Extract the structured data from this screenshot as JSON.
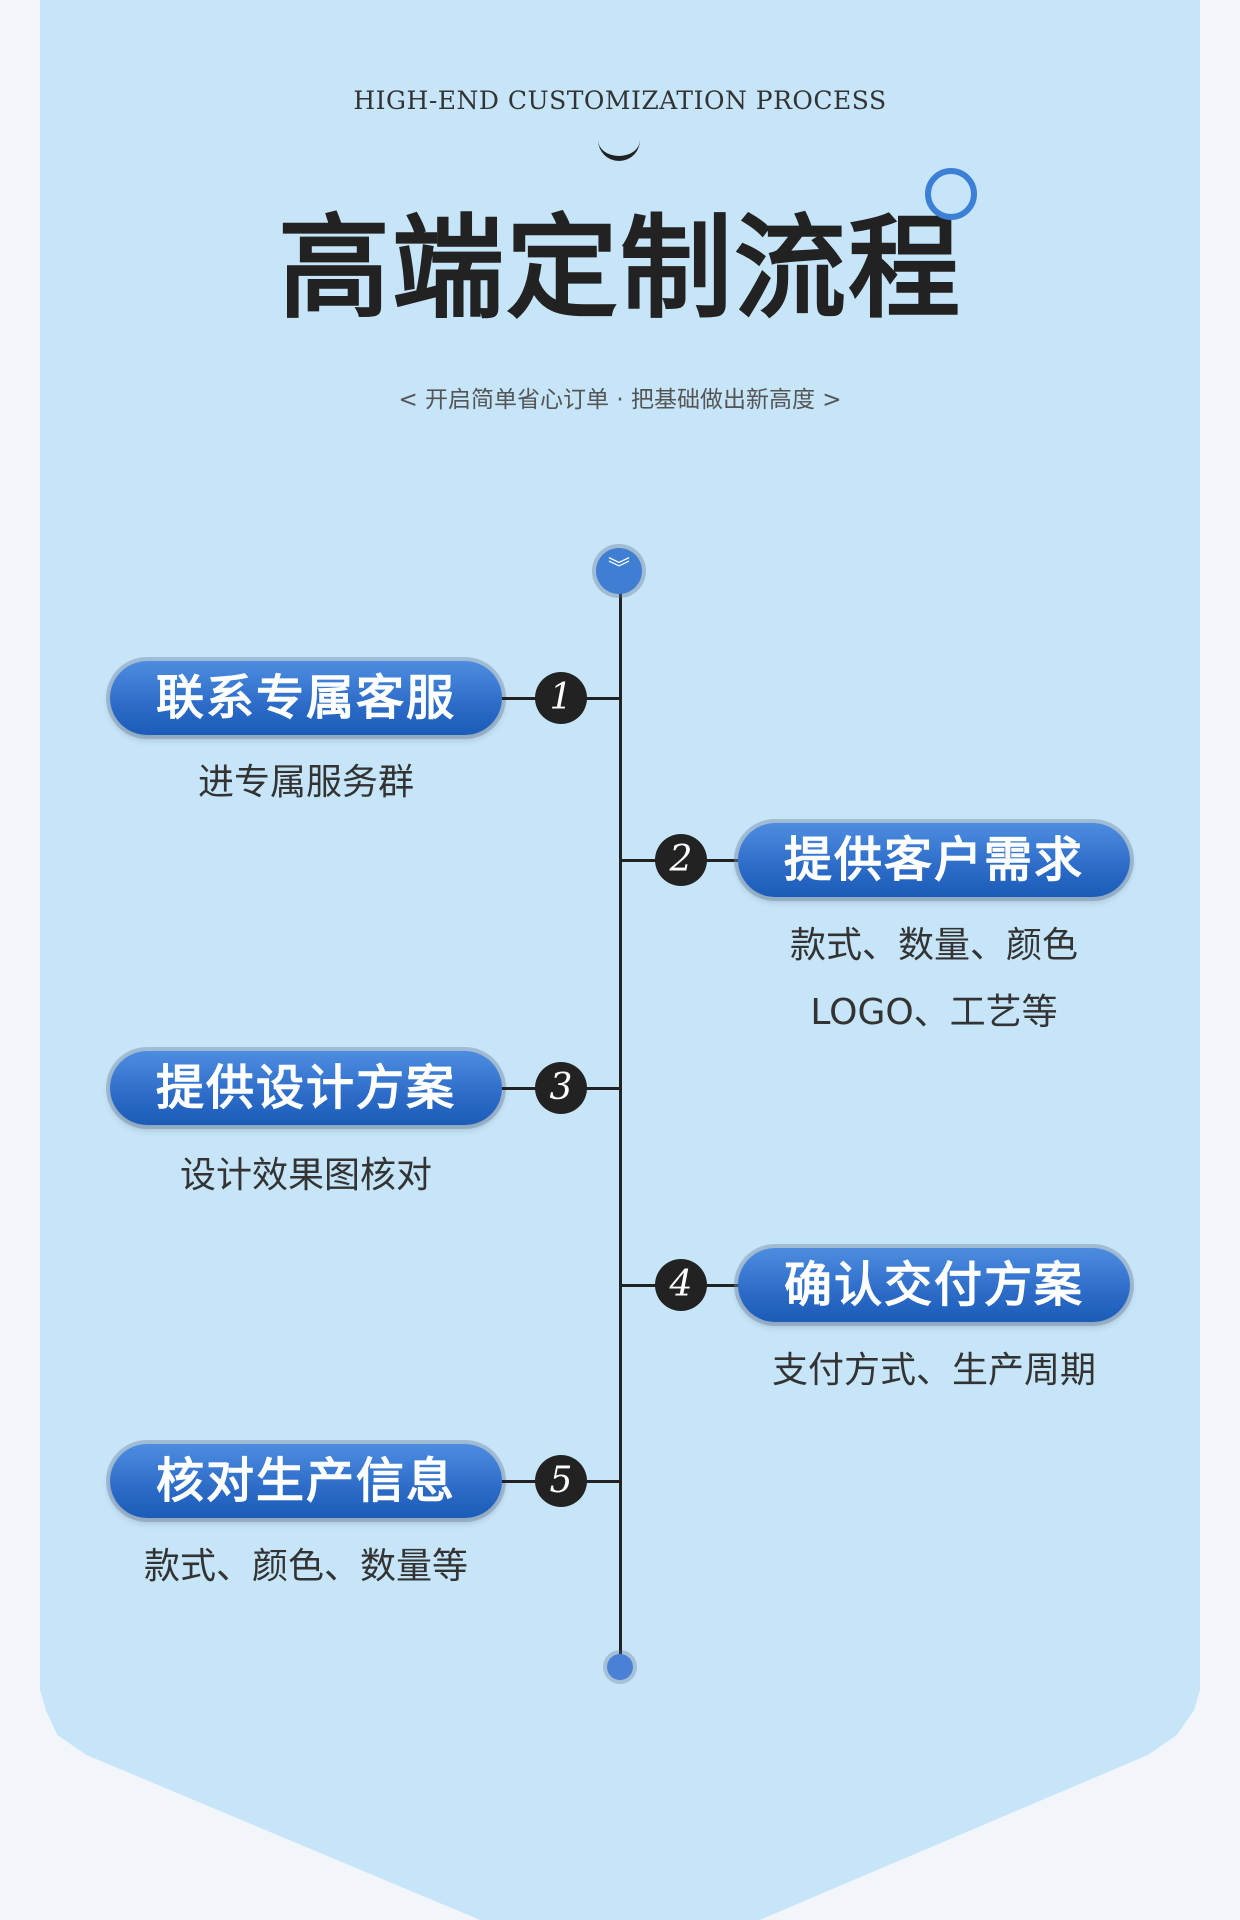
{
  "header": {
    "subtitle_en": "HIGH-END CUSTOMIZATION PROCESS",
    "title": "高端定制流程",
    "tagline": "< 开启简单省心订单 · 把基础做出新高度 >"
  },
  "colors": {
    "accent": "#2c6cc8",
    "panel": "#c6e5f8",
    "background": "#f2f6fa"
  },
  "icons": {
    "top": "double-chevron-down-icon",
    "bottom": "dot-icon"
  },
  "steps": [
    {
      "number": "1",
      "title": "联系专属客服",
      "desc": [
        "进专属服务群"
      ]
    },
    {
      "number": "2",
      "title": "提供客户需求",
      "desc": [
        "款式、数量、颜色",
        "LOGO、工艺等"
      ]
    },
    {
      "number": "3",
      "title": "提供设计方案",
      "desc": [
        "设计效果图核对"
      ]
    },
    {
      "number": "4",
      "title": "确认交付方案",
      "desc": [
        "支付方式、生产周期"
      ]
    },
    {
      "number": "5",
      "title": "核对生产信息",
      "desc": [
        "款式、颜色、数量等"
      ]
    }
  ]
}
